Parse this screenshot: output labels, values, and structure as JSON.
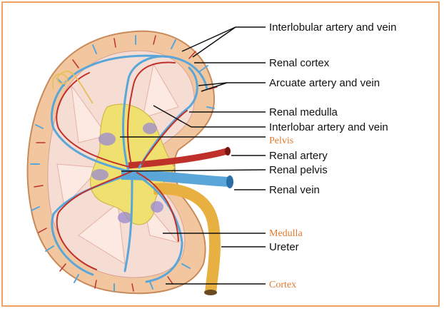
{
  "colors": {
    "border": "#f0a060",
    "cortex": "#f2c7a0",
    "medulla": "#f6ddd4",
    "pelvis": "#f0e070",
    "artery": "#c0302a",
    "vein": "#5aa6d8",
    "ureter": "#e8b040",
    "accent_label": "#e07a30"
  },
  "labels": {
    "interlobular": "Interlobular artery and vein",
    "renal_cortex": "Renal cortex",
    "arcuate": "Arcuate artery and vein",
    "renal_medulla": "Renal medulla",
    "interlobar": "Interlobar artery and vein",
    "pelvis": "Pelvis",
    "renal_artery": "Renal artery",
    "renal_pelvis": "Renal pelvis",
    "renal_vein": "Renal vein",
    "medulla": "Medulla",
    "ureter": "Ureter",
    "cortex": "Cortex"
  }
}
